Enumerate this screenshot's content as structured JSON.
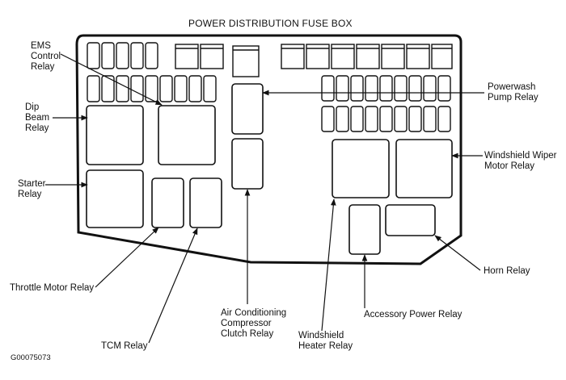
{
  "title": "POWER DISTRIBUTION FUSE BOX",
  "figure_code": "G00075073",
  "labels": {
    "ems_control_relay": "EMS\nControl\nRelay",
    "dip_beam_relay": "Dip\nBeam\nRelay",
    "starter_relay": "Starter\nRelay",
    "throttle_motor_relay": "Throttle Motor Relay",
    "tcm_relay": "TCM Relay",
    "air_conditioning_relay": "Air Conditioning\nCompressor\nClutch Relay",
    "windshield_heater_relay": "Windshield\nHeater Relay",
    "accessory_power_relay": "Accessory Power Relay",
    "horn_relay": "Horn Relay",
    "windshield_wiper_motor_relay": "Windshield Wiper\nMotor Relay",
    "powerwash_pump_relay": "Powerwash\nPump Relay"
  }
}
